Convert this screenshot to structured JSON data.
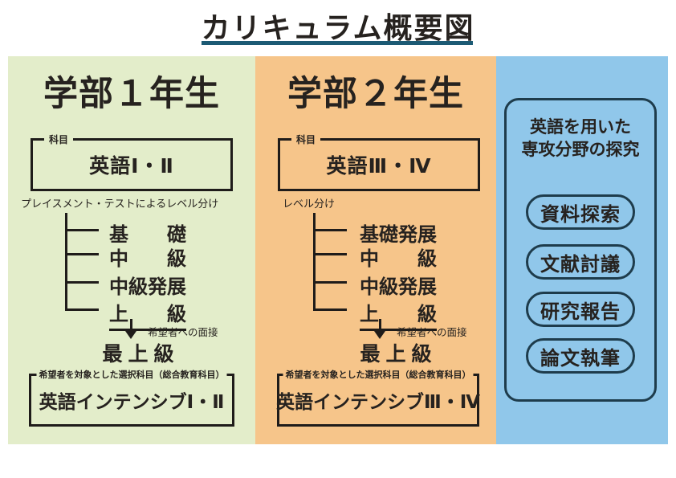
{
  "title": {
    "text": "カリキュラム概要図"
  },
  "year1": {
    "heading": "学部１年生",
    "subject_box": {
      "legend": "科目",
      "course": "英語Ⅰ・Ⅱ"
    },
    "level_note": "プレイスメント・テストによるレベル分け",
    "levels": [
      "基　　礎",
      "中　　級",
      "中級発展",
      "上　　級"
    ],
    "interview_note": "希望者への面接",
    "top_level": "最 上 級",
    "elective_box": {
      "legend": "希望者を対象とした選択科目（総合教育科目）",
      "course": "英語インテンシブⅠ・Ⅱ"
    }
  },
  "year2": {
    "heading": "学部２年生",
    "subject_box": {
      "legend": "科目",
      "course": "英語Ⅲ・Ⅳ"
    },
    "level_note": "レベル分け",
    "levels": [
      "基礎発展",
      "中　　級",
      "中級発展",
      "上　　級"
    ],
    "interview_note": "希望者への面接",
    "top_level": "最 上 級",
    "elective_box": {
      "legend": "希望者を対象とした選択科目（総合教育科目）",
      "course": "英語インテンシブⅢ・Ⅳ"
    }
  },
  "research": {
    "heading_line1": "英語を用いた",
    "heading_line2": "専攻分野の探究",
    "pills": [
      "資料探索",
      "文献討議",
      "研究報告",
      "論文執筆"
    ]
  },
  "colors": {
    "year1_bg": "#e3edca",
    "year2_bg": "#f6c58a",
    "research_bg": "#90c7ea",
    "title_underline": "#1c5a74",
    "diagram_line": "#1f1c1a",
    "research_border": "#1e3c4c"
  }
}
